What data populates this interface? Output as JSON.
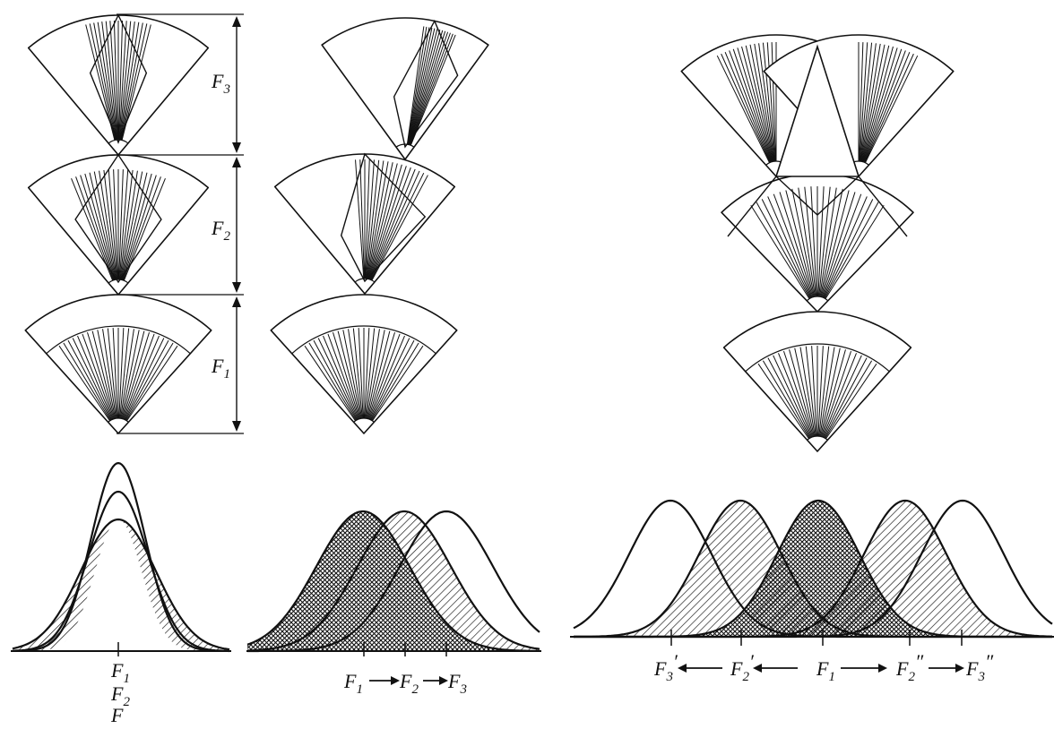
{
  "labels": {
    "dim_f3": [
      "F",
      "3"
    ],
    "dim_f2": [
      "F",
      "2"
    ],
    "dim_f1": [
      "F",
      "1"
    ],
    "axis_a_1": [
      "F",
      "1"
    ],
    "axis_a_2": [
      "F",
      "2"
    ],
    "axis_a_3": "F",
    "axis_b_f1": [
      "F",
      "1"
    ],
    "axis_b_f2": [
      "F",
      "2"
    ],
    "axis_b_f3": [
      "F",
      "3"
    ],
    "axis_c_f3p": [
      "F",
      "3",
      "′"
    ],
    "axis_c_f2p": [
      "F",
      "2",
      "′"
    ],
    "axis_c_f1": [
      "F",
      "1"
    ],
    "axis_c_f2pp": [
      "F",
      "2",
      "″"
    ],
    "axis_c_f3pp": [
      "F",
      "3",
      "″"
    ]
  },
  "colors": {
    "ink": "#111111",
    "paper": "#ffffff"
  },
  "fills": {
    "hatch": "diagonal-hatch",
    "dense": "cross-hatch"
  }
}
